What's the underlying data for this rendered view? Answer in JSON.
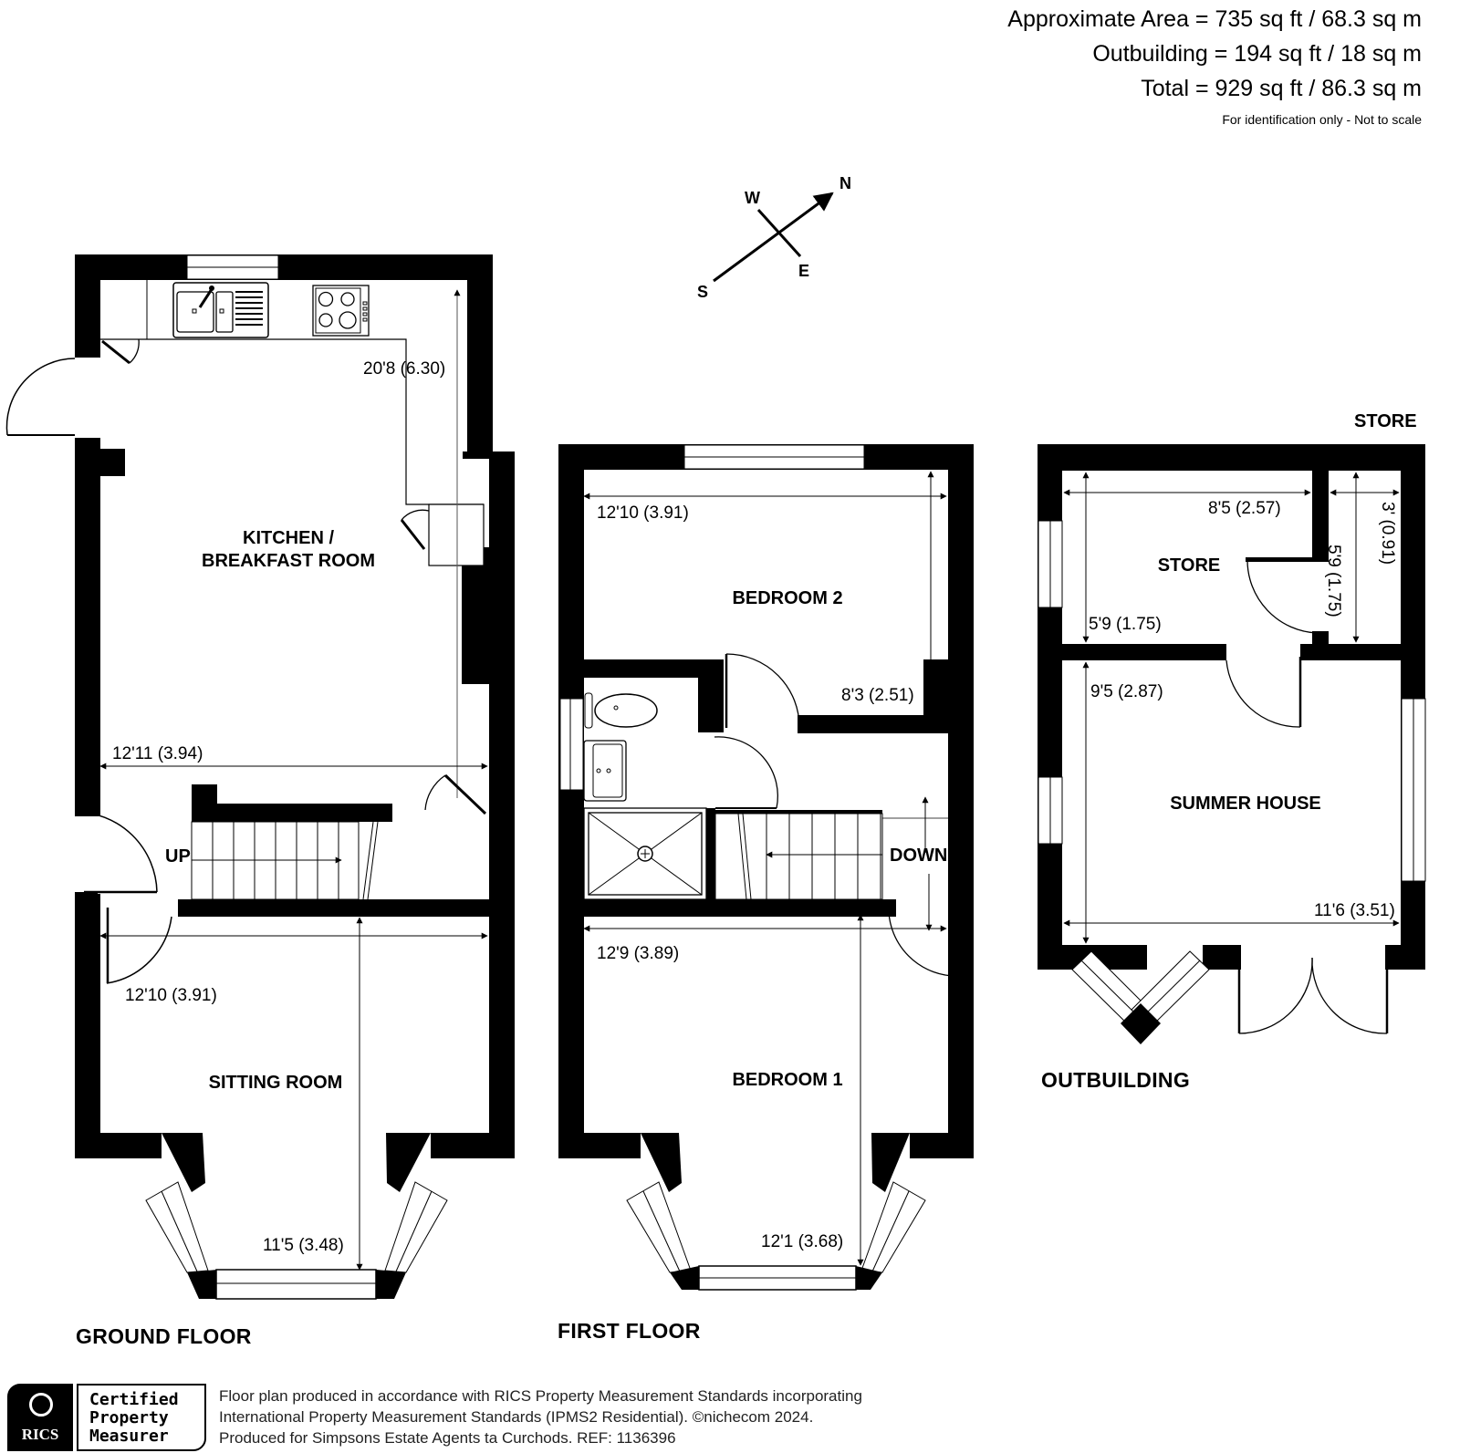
{
  "header": {
    "approximate_area": "Approximate Area = 735 sq ft / 68.3 sq m",
    "outbuilding_area": "Outbuilding = 194 sq ft / 18 sq m",
    "total_area": "Total = 929 sq ft / 86.3 sq m",
    "disclaimer": "For identification only - Not to scale"
  },
  "compass": {
    "north": "N",
    "south": "S",
    "east": "E",
    "west": "W"
  },
  "ground_floor": {
    "label": "GROUND FLOOR",
    "kitchen": {
      "name_line1": "KITCHEN /",
      "name_line2": "BREAKFAST ROOM",
      "length": "20'8 (6.30)",
      "width": "12'11 (3.94)"
    },
    "stairs_label": "UP",
    "sitting_room": {
      "name": "SITTING ROOM",
      "width": "12'10 (3.91)",
      "length": "11'5 (3.48)"
    }
  },
  "first_floor": {
    "label": "FIRST FLOOR",
    "bedroom2": {
      "name": "BEDROOM 2",
      "width": "12'10 (3.91)",
      "length": "8'3 (2.51)"
    },
    "stairs_label": "DOWN",
    "bedroom1": {
      "name": "BEDROOM 1",
      "width": "12'9 (3.89)",
      "length": "12'1 (3.68)"
    }
  },
  "outbuilding": {
    "label": "OUTBUILDING",
    "store_top_label": "STORE",
    "store": {
      "name": "STORE",
      "width": "8'5 (2.57)",
      "length": "5'9 (1.75)"
    },
    "small_store": {
      "width": "3' (0.91)",
      "length": "5'9 (1.75)"
    },
    "summer_house": {
      "name": "SUMMER HOUSE",
      "length": "9'5 (2.87)",
      "width": "11'6 (3.51)"
    }
  },
  "footer": {
    "rics_logo_text": "RICS",
    "cert_line1": "Certified",
    "cert_line2": "Property",
    "cert_line3": "Measurer",
    "line1": "Floor plan produced in accordance with RICS Property Measurement Standards incorporating",
    "line2": "International Property Measurement Standards (IPMS2 Residential).  ©nichecom 2024.",
    "line3": "Produced for Simpsons Estate Agents ta Curchods.  REF: 1136396"
  }
}
